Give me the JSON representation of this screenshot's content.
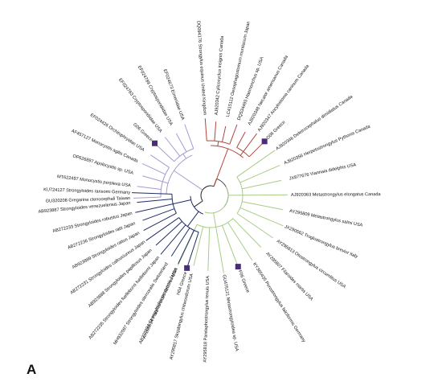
{
  "panel_label": "A",
  "clades": [
    {
      "id": "purple",
      "color": "#a99ad0",
      "leaves": [
        {
          "label": "GU320208 Gregarina ctenocephali Taiwan"
        },
        {
          "label": "MT622497 Monocystis perplexa USA"
        },
        {
          "label": "OP626897 Apolocystis sp. USA"
        },
        {
          "label": "AF457127 Monocystis agilis Canada"
        },
        {
          "label": "EF024426 Orchitophryidae USA"
        },
        {
          "label": "G06 Greece",
          "highlight": true
        },
        {
          "label": "EF024763 Cryptosporidiidae USA"
        },
        {
          "label": "EF024789 Cryptosporidiidae USA"
        },
        {
          "label": "EF024673 Eimeriidae USA"
        }
      ]
    },
    {
      "id": "red",
      "color": "#b2453a",
      "leaves": [
        {
          "label": "DQ094176 Strongylus equinus United Kingdom"
        },
        {
          "label": "AJ920342 Cylicocyclus insignis Canada"
        },
        {
          "label": "LC415112 Oesophagostomum muntiacum Japan"
        },
        {
          "label": "DQ534495 Haemonchus sp. USA"
        },
        {
          "label": "AJ920348 Necator americanus Canada"
        },
        {
          "label": "AJ920347 Ancylostoma caninum Canada"
        },
        {
          "label": "D06 Greece",
          "highlight": true
        }
      ]
    },
    {
      "id": "green",
      "color": "#a9cc86",
      "leaves": [
        {
          "label": "AJ920346 Deletrocephalus dimidiatus Canada"
        },
        {
          "label": "AJ920356 Herpetostrongylus Pythonis Canada"
        },
        {
          "label": "JX877676 Viannaia didelphis USA"
        },
        {
          "label": "AJ920363 Metastrongylus elongatus Canada"
        },
        {
          "label": "AY295809 Metastrongylus salmi USA"
        },
        {
          "label": "JX290562 Troglostrongylus brevior Italy"
        },
        {
          "label": "AY295813 Otostrongylus circumlitus USA"
        },
        {
          "label": "AY295807 Filaroides martis USA"
        },
        {
          "label": "KY365435 Perostrongylus falciformis Germany"
        },
        {
          "label": "F06 Greece",
          "highlight": true
        },
        {
          "label": "GU475121 Metastrongyloidea sp. USA"
        },
        {
          "label": "AY295818 Parelaphostrongylus tenuis USA"
        },
        {
          "label": "AY295817 Skrjabingylus chitwoodorum USA"
        },
        {
          "label": "AY295814 Parafilaroides decorus USA"
        }
      ]
    },
    {
      "id": "navy",
      "color": "#1f2e63",
      "leaves": [
        {
          "label": "H04 Greece",
          "highlight": true
        },
        {
          "label": "AB272234 Strongyloides procyonis Japan"
        },
        {
          "label": "MH932097 Strongyloides stercoralis Switzerland"
        },
        {
          "label": "AB272235 Strongyloides fuelleborni fuelleborni Japan"
        },
        {
          "label": "AB923888 Strongyloides papillosus Japan"
        },
        {
          "label": "AB272231 Strongyloides callosciureus Japan"
        },
        {
          "label": "AB923889 Strongyloides rattus Japan"
        },
        {
          "label": "AB272236 Strongyloides ratti Japan"
        },
        {
          "label": "AB272233 Strongyloides robustus Japan"
        },
        {
          "label": "AB923887 Strongyloides venezuelensis Japan"
        },
        {
          "label": "KU724127 Strongyloides ransomi Germany"
        }
      ]
    }
  ]
}
